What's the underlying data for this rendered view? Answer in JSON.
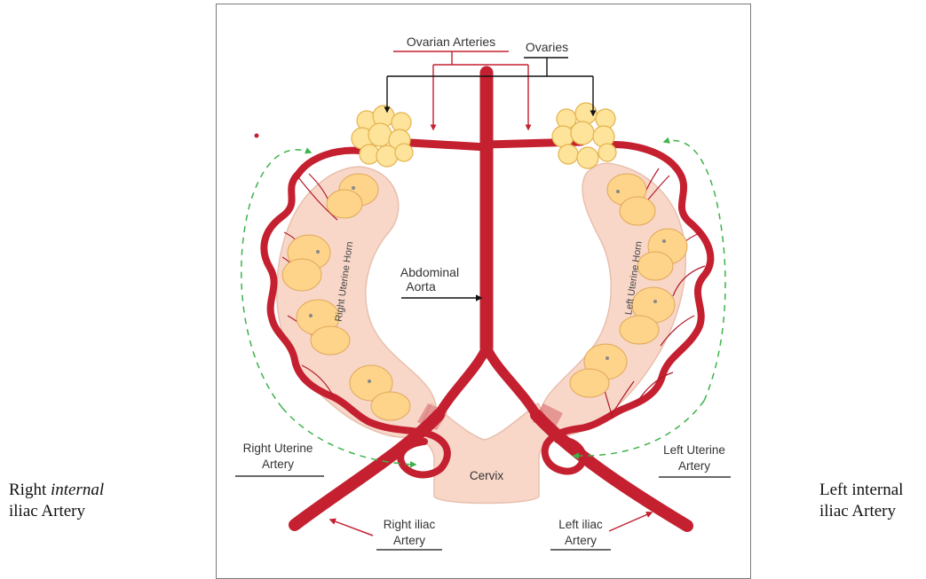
{
  "outer_labels": {
    "right_internal_iliac": {
      "line1_prefix": "Right",
      "line1_italic": "internal",
      "line2": "iliac Artery"
    },
    "left_internal_iliac": {
      "line1": "Left internal",
      "line2": "iliac Artery"
    }
  },
  "diagram": {
    "ovarian_arteries": "Ovarian Arteries",
    "ovaries": "Ovaries",
    "abdominal_aorta": [
      "Abdominal",
      "Aorta"
    ],
    "right_uterine_horn": "Right Uterine Horn",
    "left_uterine_horn": "Left Uterine Horn",
    "right_uterine_artery": [
      "Right Uterine",
      "Artery"
    ],
    "left_uterine_artery": [
      "Left Uterine",
      "Artery"
    ],
    "cervix": "Cervix",
    "right_iliac_artery": [
      "Right iliac",
      "Artery"
    ],
    "left_iliac_artery": [
      "Left iliac",
      "Artery"
    ]
  },
  "colors": {
    "artery": "#c42030",
    "horn_fill": "#f8d7c9",
    "fetus_fill": "#fdd48a",
    "ovary_fill": "#fde49a",
    "green_arrow": "#3db34a",
    "red_label": "#c42030"
  }
}
